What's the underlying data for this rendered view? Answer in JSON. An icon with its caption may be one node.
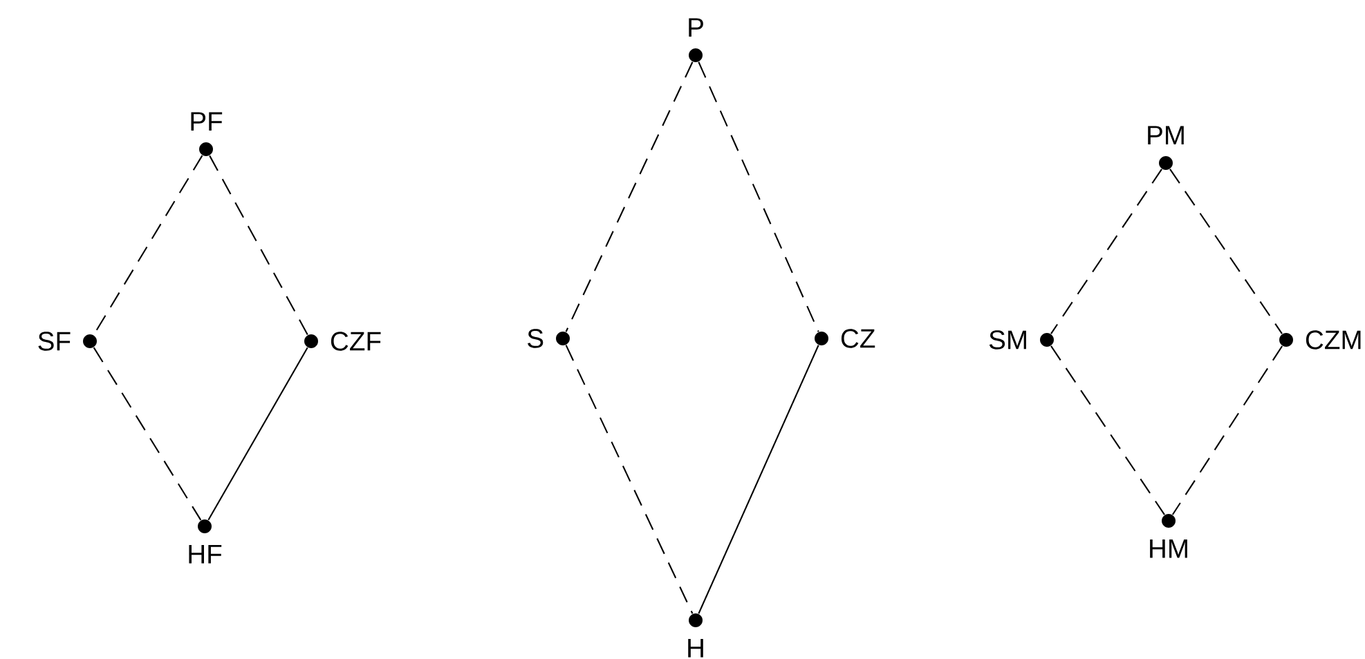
{
  "diagram": {
    "nodes": [
      {
        "text": [],
        "shape": "circle",
        "beside": [
          "PF"
        ]
      },
      {
        "text": [],
        "shape": "circle",
        "beside": [
          "SF"
        ]
      },
      {
        "text": [],
        "shape": "circle",
        "beside": [
          "CZF"
        ]
      },
      {
        "text": [],
        "shape": "circle",
        "beside": [
          "HF"
        ]
      },
      {
        "text": [],
        "shape": "circle",
        "beside": [
          "P"
        ]
      },
      {
        "text": [],
        "shape": "circle",
        "beside": [
          "S"
        ]
      },
      {
        "text": [],
        "shape": "circle",
        "beside": [
          "CZ"
        ]
      },
      {
        "text": [],
        "shape": "circle",
        "beside": [
          "H"
        ]
      },
      {
        "text": [],
        "shape": "circle",
        "beside": [
          "PM"
        ]
      },
      {
        "text": [],
        "shape": "circle",
        "beside": [
          "SM"
        ]
      },
      {
        "text": [],
        "shape": "circle",
        "beside": [
          "CZM"
        ]
      },
      {
        "text": [],
        "shape": "circle",
        "beside": [
          "HM"
        ]
      }
    ],
    "edges": [
      {
        "from": 0,
        "to": 1,
        "arrow": "none",
        "style": "dashed"
      },
      {
        "from": 0,
        "to": 2,
        "arrow": "none",
        "style": "dashed"
      },
      {
        "from": 1,
        "to": 3,
        "arrow": "none",
        "style": "dashed"
      },
      {
        "from": 2,
        "to": 3,
        "arrow": "none"
      },
      {
        "from": 4,
        "to": 5,
        "arrow": "none",
        "style": "dashed"
      },
      {
        "from": 4,
        "to": 6,
        "arrow": "none",
        "style": "dashed"
      },
      {
        "from": 5,
        "to": 7,
        "arrow": "none",
        "style": "dashed"
      },
      {
        "from": 6,
        "to": 7,
        "arrow": "none"
      },
      {
        "from": 8,
        "to": 9,
        "arrow": "none",
        "style": "dashed"
      },
      {
        "from": 8,
        "to": 10,
        "arrow": "none",
        "style": "dashed"
      },
      {
        "from": 9,
        "to": 11,
        "arrow": "none",
        "style": "dashed"
      },
      {
        "from": 10,
        "to": 11,
        "arrow": "none",
        "style": "dashed"
      }
    ]
  }
}
